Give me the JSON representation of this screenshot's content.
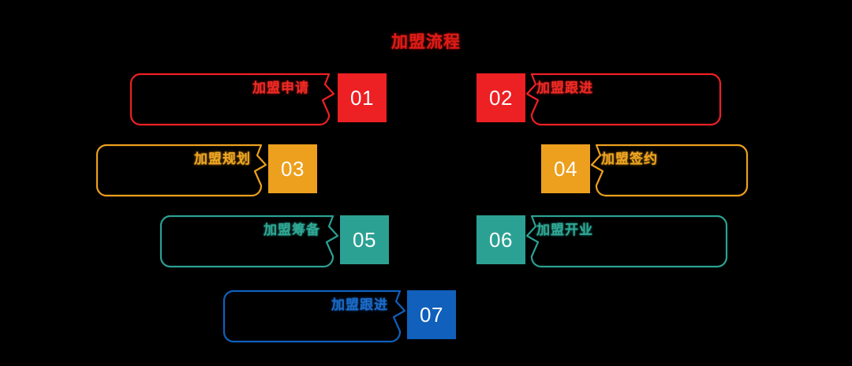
{
  "page": {
    "title": "加盟流程",
    "background_color": "#000000"
  },
  "palette": {
    "red": "#ED2024",
    "orange": "#EDA01E",
    "teal": "#2BA193",
    "blue": "#1060BC",
    "title_color": "#E01B16",
    "badge_text_color": "#FFFFFF"
  },
  "steps": [
    {
      "number": "01",
      "label": "加盟申请",
      "color": "#ED2024",
      "side": "left"
    },
    {
      "number": "02",
      "label": "加盟跟进",
      "color": "#ED2024",
      "side": "right"
    },
    {
      "number": "03",
      "label": "加盟规划",
      "color": "#EDA01E",
      "side": "left"
    },
    {
      "number": "04",
      "label": "加盟签约",
      "color": "#EDA01E",
      "side": "right"
    },
    {
      "number": "05",
      "label": "加盟筹备",
      "color": "#2BA193",
      "side": "left"
    },
    {
      "number": "06",
      "label": "加盟开业",
      "color": "#2BA193",
      "side": "right"
    },
    {
      "number": "07",
      "label": "加盟跟进",
      "color": "#1060BC",
      "side": "left"
    }
  ]
}
